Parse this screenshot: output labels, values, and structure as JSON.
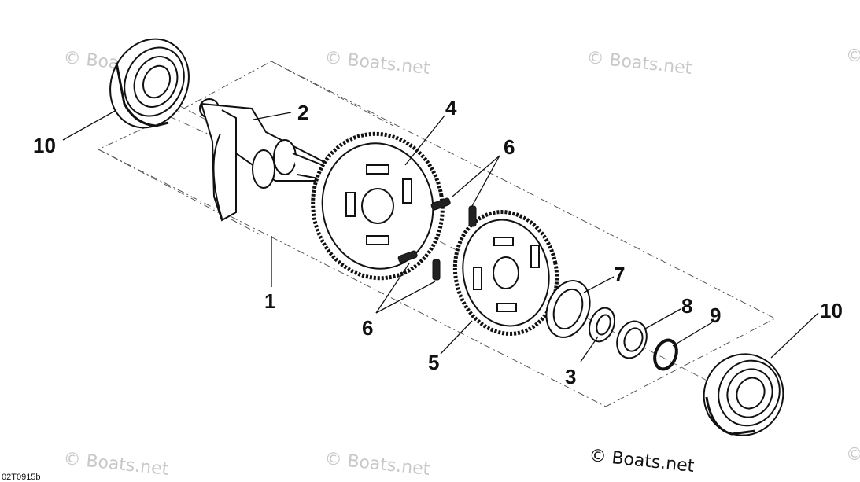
{
  "diagram": {
    "callouts": {
      "c1": "1",
      "c2": "2",
      "c3": "3",
      "c4": "4",
      "c5": "5",
      "c6a": "6",
      "c6b": "6",
      "c7": "7",
      "c8": "8",
      "c9": "9",
      "c10a": "10",
      "c10b": "10"
    },
    "watermarks": {
      "w1": "© Boats.net",
      "w2": "© Boats.net",
      "w3": "© Boats.net",
      "w4": "© Boats.net",
      "w5": "© Boats.net",
      "w6": "©",
      "w7": "©"
    },
    "copyright": "© Boats.net",
    "drawing_code": "02T0915b"
  }
}
